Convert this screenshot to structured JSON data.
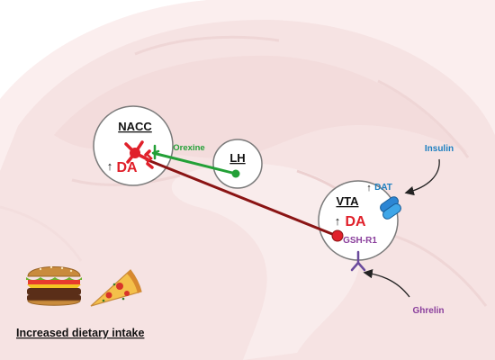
{
  "nodes": {
    "nacc": {
      "label": "NACC",
      "arrow": "↑",
      "da": "DA"
    },
    "lh": {
      "label": "LH"
    },
    "vta": {
      "label": "VTA",
      "arrow": "↑",
      "da": "DA",
      "receptor": "GSH-R1"
    }
  },
  "labels": {
    "orexine": "Orexine",
    "insulin": "Insulin",
    "dat_arrow": "↑",
    "dat": "DAT",
    "ghrelin": "Ghrelin"
  },
  "caption": "Increased dietary intake",
  "colors": {
    "red": "#e0202a",
    "dark_red": "#8a1414",
    "green": "#23a037",
    "blue": "#1d7fc0",
    "purple": "#8a3f9c",
    "node_gray": "#6b6b6b",
    "bg_pink": "#f6e3e3"
  },
  "icons": [
    "burger-icon",
    "pizza-icon"
  ]
}
